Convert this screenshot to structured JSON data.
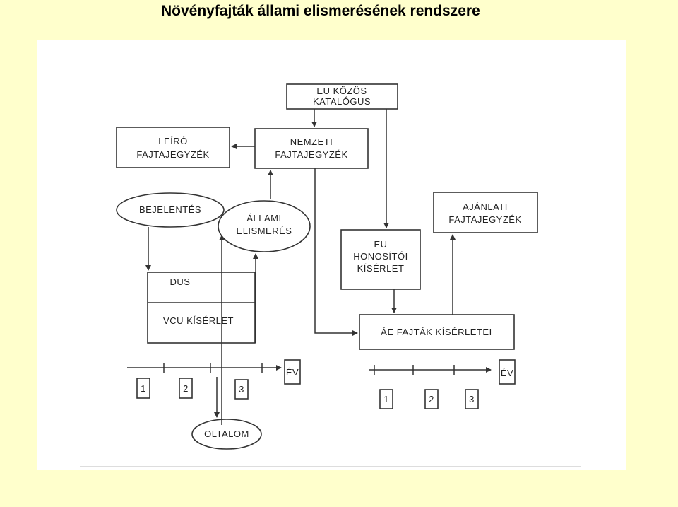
{
  "title": "Növényfajták állami elismerésének rendszere",
  "nodes": {
    "eu_kozos_katalogus": [
      "EU KÖZÖS",
      "KATALÓGUS"
    ],
    "leiro_fajtajegyzek": [
      "LEÍRÓ",
      "FAJTAJEGYZÉK"
    ],
    "nemzeti_fajtajegyzek": [
      "NEMZETI",
      "FAJTAJEGYZÉK"
    ],
    "bejelentes": "BEJELENTÉS",
    "allami_elismeres": [
      "ÁLLAMI",
      "ELISMERÉS"
    ],
    "ajanlati_fajtajegyzek": [
      "AJÁNLATI",
      "FAJTAJEGYZÉK"
    ],
    "eu_honositoi_kiserlet": [
      "EU",
      "HONOSÍTÓI",
      "KÍSÉRLET"
    ],
    "dus": "DUS",
    "vcu_kiserlet": "VCU KÍSÉRLET",
    "ae_fajtak_kiserletei": "ÁE FAJTÁK KÍSÉRLETEI",
    "oltalom": "OLTALOM"
  },
  "timelines": {
    "left": {
      "axis_label": "ÉV",
      "years": [
        "1",
        "2",
        "3"
      ]
    },
    "right": {
      "axis_label": "ÉV",
      "years": [
        "1",
        "2",
        "3"
      ]
    }
  }
}
